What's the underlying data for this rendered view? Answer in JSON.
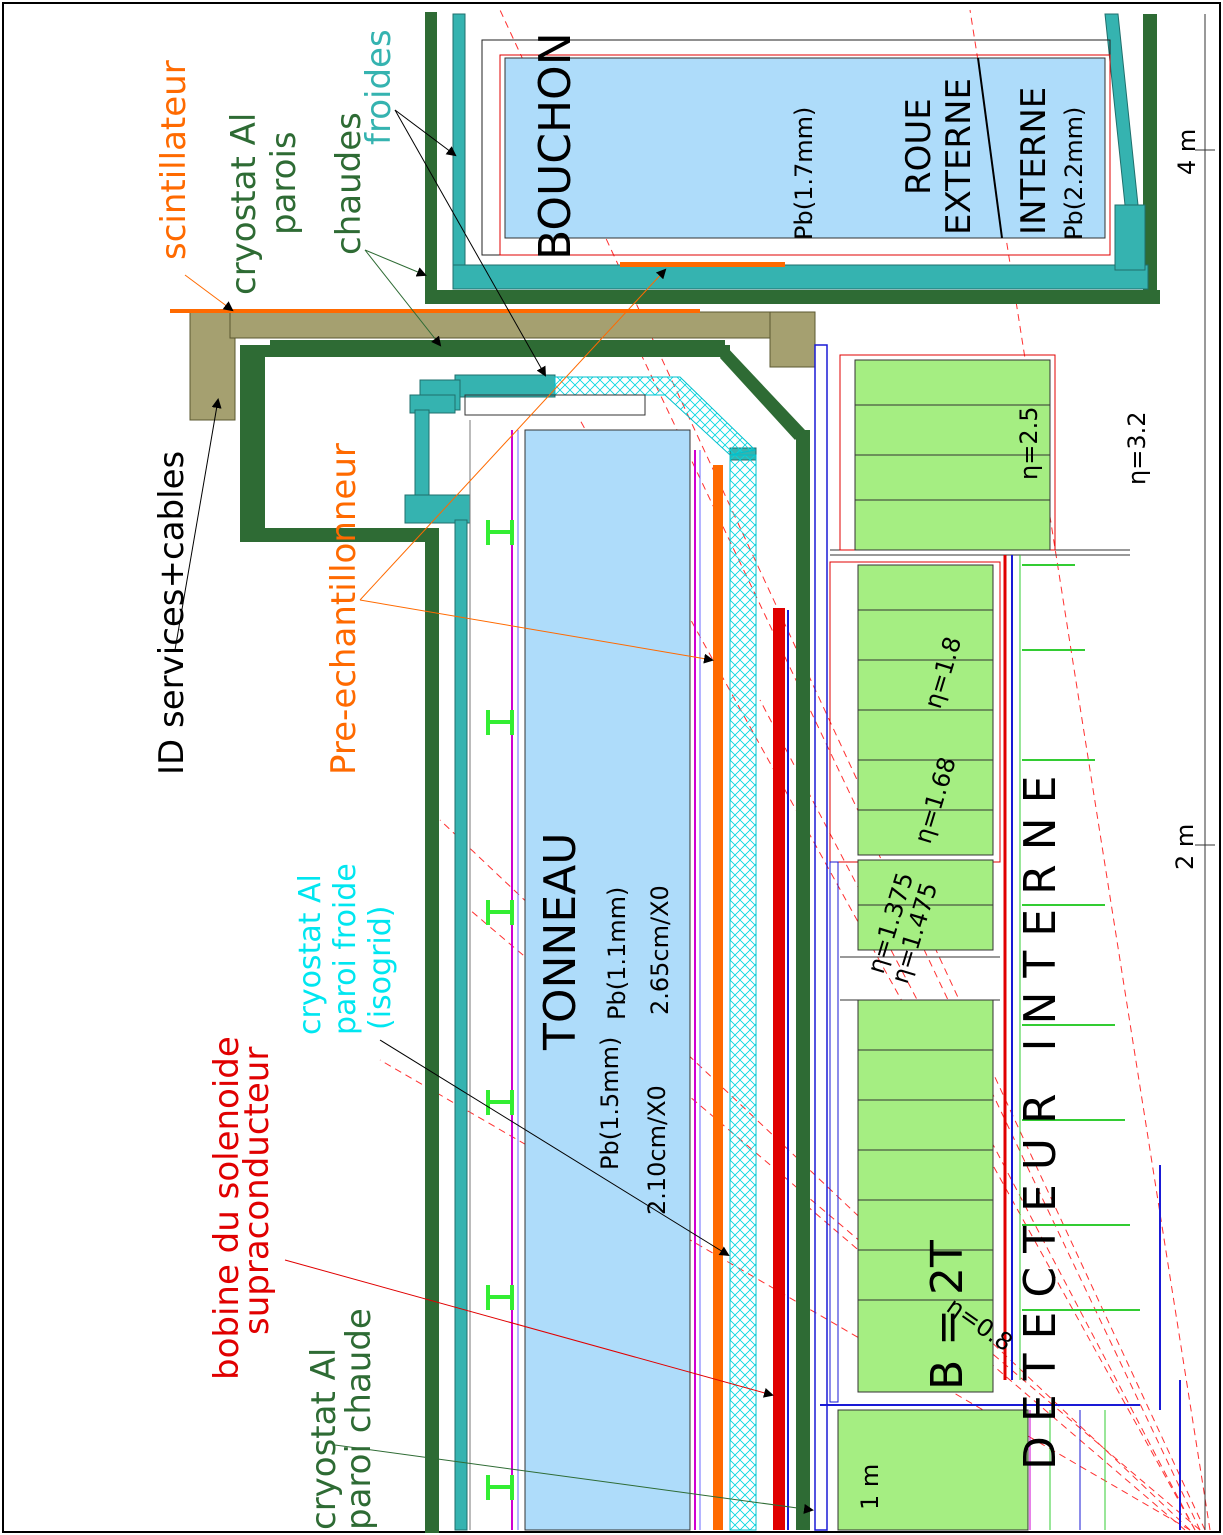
{
  "colors": {
    "dark_green": "#2e6b34",
    "teal": "#35b3b0",
    "khaki": "#a5a070",
    "light_blue": "#aedcfa",
    "light_green": "#a5ee82",
    "orange": "#ff6a00",
    "red": "#e00000",
    "cyan": "#00e6f0",
    "bright_green": "#33ee33",
    "blue": "#1a1ad6"
  },
  "labels": {
    "scintillateur": "scintillateur",
    "cryostat_warm_top_1": "cryostat Al",
    "cryostat_warm_top_2": "parois",
    "cryostat_warm_top_3": "chaudes",
    "froides": "froides",
    "bouchon": "BOUCHON",
    "pb_17": "Pb(1.7mm)",
    "roue": "ROUE",
    "externe": "EXTERNE",
    "interne": "INTERNE",
    "pb_22": "Pb(2.2mm)",
    "four_m": "4 m",
    "id_services": "ID services+cables",
    "pre_echantillonneur": "Pre-echantillonneur",
    "eta_25": "η=2.5",
    "eta_32": "η=3.2",
    "eta_18": "η=1.8",
    "eta_168": "η=1.68",
    "eta_1475": "η=1.475",
    "eta_1375": "η=1.375",
    "eta_08": "η=0.8",
    "tonneau": "TONNEAU",
    "pb_11": "Pb(1.1mm)",
    "x0_265": "2.65cm/X0",
    "pb_15": "Pb(1.5mm)",
    "x0_210": "2.10cm/X0",
    "cryo_cold_1": "cryostat Al",
    "cryo_cold_2": "paroi froide",
    "cryo_cold_3": "(isogrid)",
    "bobine_1": "bobine du solenoide",
    "bobine_2": "supraconducteur",
    "cryo_warm_1": "cryostat Al",
    "cryo_warm_2": "paroi chaude",
    "two_m": "2 m",
    "one_m": "1 m",
    "b_field": "B = 2T",
    "detecteur_interne": "DETECTEUR INTERNE"
  }
}
